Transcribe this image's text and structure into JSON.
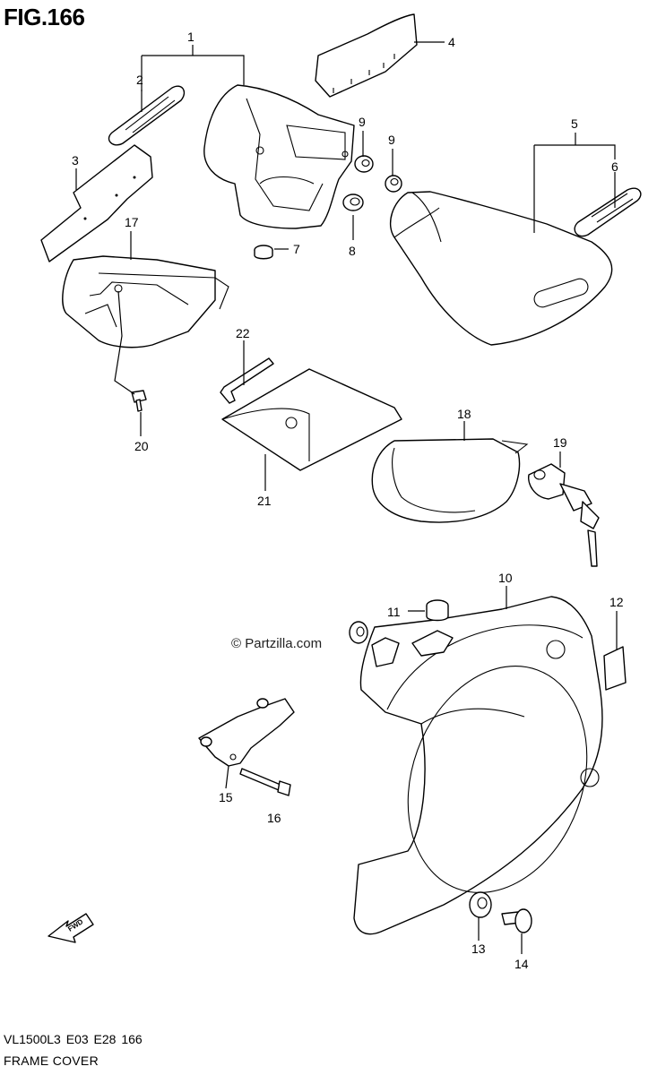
{
  "figure_title": "FIG.166",
  "watermark": "© Partzilla.com",
  "direction_label": "FWD",
  "footer": {
    "code": "VL1500L3  E03  E28  166",
    "name": "FRAME COVER"
  },
  "callouts": [
    "1",
    "2",
    "3",
    "4",
    "5",
    "6",
    "7",
    "8",
    "9",
    "9",
    "10",
    "11",
    "12",
    "13",
    "14",
    "15",
    "16",
    "17",
    "18",
    "19",
    "20",
    "21",
    "22"
  ]
}
